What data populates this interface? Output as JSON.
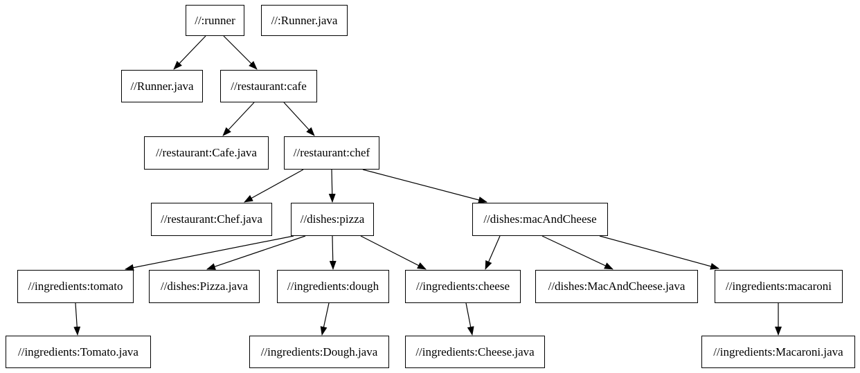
{
  "diagram": {
    "type": "dependency-graph",
    "description": "Build target dependency graph",
    "colors": {
      "background": "#ffffff",
      "node_fill": "#ffffff",
      "node_border": "#000000",
      "edge": "#000000",
      "text": "#000000"
    },
    "nodes": [
      {
        "id": "runner",
        "label": "//:runner"
      },
      {
        "id": "runner-java-top",
        "label": "//:Runner.java"
      },
      {
        "id": "runner-java",
        "label": "//Runner.java"
      },
      {
        "id": "cafe",
        "label": "//restaurant:cafe"
      },
      {
        "id": "cafe-java",
        "label": "//restaurant:Cafe.java"
      },
      {
        "id": "chef",
        "label": "//restaurant:chef"
      },
      {
        "id": "chef-java",
        "label": "//restaurant:Chef.java"
      },
      {
        "id": "pizza",
        "label": "//dishes:pizza"
      },
      {
        "id": "mac-and-cheese",
        "label": "//dishes:macAndCheese"
      },
      {
        "id": "tomato",
        "label": "//ingredients:tomato"
      },
      {
        "id": "pizza-java",
        "label": "//dishes:Pizza.java"
      },
      {
        "id": "dough",
        "label": "//ingredients:dough"
      },
      {
        "id": "cheese",
        "label": "//ingredients:cheese"
      },
      {
        "id": "mac-and-cheese-java",
        "label": "//dishes:MacAndCheese.java"
      },
      {
        "id": "macaroni",
        "label": "//ingredients:macaroni"
      },
      {
        "id": "tomato-java",
        "label": "//ingredients:Tomato.java"
      },
      {
        "id": "dough-java",
        "label": "//ingredients:Dough.java"
      },
      {
        "id": "cheese-java",
        "label": "//ingredients:Cheese.java"
      },
      {
        "id": "macaroni-java",
        "label": "//ingredients:Macaroni.java"
      }
    ],
    "edges": [
      {
        "from": "runner",
        "to": "runner-java"
      },
      {
        "from": "runner",
        "to": "cafe"
      },
      {
        "from": "cafe",
        "to": "cafe-java"
      },
      {
        "from": "cafe",
        "to": "chef"
      },
      {
        "from": "chef",
        "to": "chef-java"
      },
      {
        "from": "chef",
        "to": "pizza"
      },
      {
        "from": "chef",
        "to": "mac-and-cheese"
      },
      {
        "from": "pizza",
        "to": "tomato"
      },
      {
        "from": "pizza",
        "to": "pizza-java"
      },
      {
        "from": "pizza",
        "to": "dough"
      },
      {
        "from": "pizza",
        "to": "cheese"
      },
      {
        "from": "mac-and-cheese",
        "to": "cheese"
      },
      {
        "from": "mac-and-cheese",
        "to": "mac-and-cheese-java"
      },
      {
        "from": "mac-and-cheese",
        "to": "macaroni"
      },
      {
        "from": "tomato",
        "to": "tomato-java"
      },
      {
        "from": "dough",
        "to": "dough-java"
      },
      {
        "from": "cheese",
        "to": "cheese-java"
      },
      {
        "from": "macaroni",
        "to": "macaroni-java"
      }
    ]
  }
}
